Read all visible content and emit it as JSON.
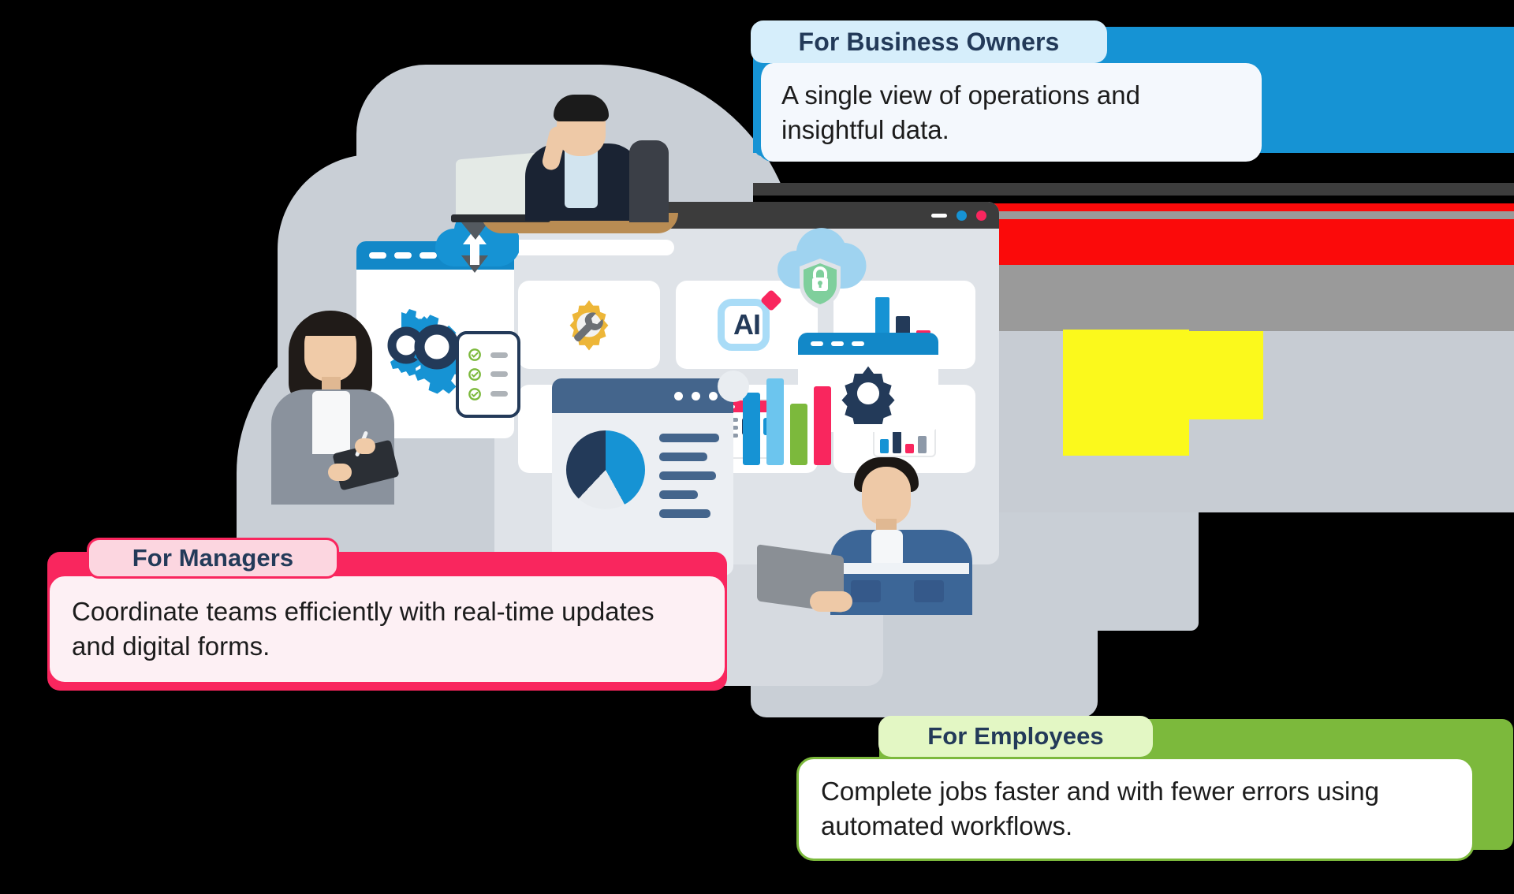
{
  "page": {
    "title": "Who It Is For — Role Benefit Cards"
  },
  "cards": [
    {
      "id": "business-owners",
      "label": "For Business Owners",
      "body": "A single view of operations and insightful data.",
      "label_bg": "#d6eefb",
      "label_text": "#233a59",
      "accent": "#1693d4",
      "body_bg": "#f4f8fd"
    },
    {
      "id": "managers",
      "label": "For Managers",
      "body": "Coordinate teams efficiently with real-time updates and digital forms.",
      "label_bg": "#fcd6e0",
      "label_text": "#233a59",
      "accent": "#f9265e",
      "body_bg": "#fdf0f4"
    },
    {
      "id": "employees",
      "label": "For Employees",
      "body": "Complete jobs faster and with fewer errors using automated workflows.",
      "label_bg": "#e3f7c4",
      "label_text": "#233a59",
      "accent": "#7cb93c",
      "body_bg": "#ffffff"
    }
  ],
  "illustration": {
    "cloud_lock_icon": "cloud-lock-icon",
    "cloud_sync_icon": "cloud-sync-icon",
    "tiles": [
      {
        "name": "settings-wrench-icon"
      },
      {
        "name": "ai-icon",
        "text": "AI"
      },
      {
        "name": "bar-chart-icon"
      },
      {
        "name": "pie-chart-icon"
      },
      {
        "name": "web-page-icon"
      },
      {
        "name": "report-icon"
      }
    ],
    "gears_icon": "gears-icon",
    "checklist_icon": "checklist-icon",
    "analytics_window": "analytics-window",
    "gear_window": "gear-window-icon",
    "persons": [
      {
        "name": "person-business-owner"
      },
      {
        "name": "person-manager"
      },
      {
        "name": "person-employee"
      }
    ]
  },
  "bands": {
    "blue": "#1693d4",
    "dark": "#3d3d3d",
    "red": "#fb0a0a",
    "gray": "#9a9a9a",
    "yellow": "#fbf91c"
  },
  "colors": {
    "navy": "#233a59",
    "blue": "#1693d4",
    "pink": "#f9265e",
    "green": "#7cb93c",
    "yellow": "#edb638",
    "slate": "#44658c",
    "bg_gray": "#c9cfd6"
  }
}
